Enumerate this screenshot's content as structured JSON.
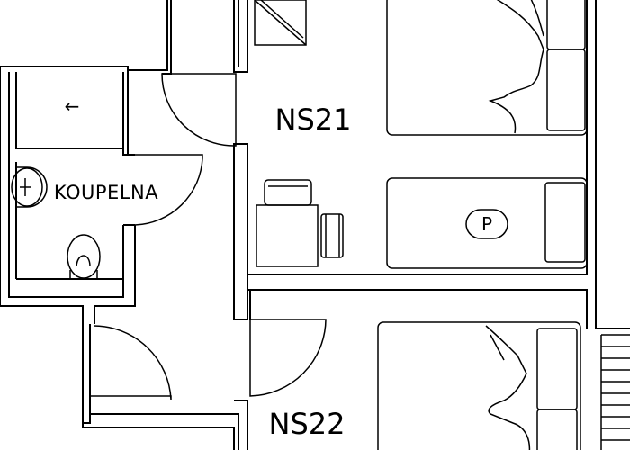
{
  "rooms": {
    "ns21": "NS21",
    "bathroom": "KOUPELNA",
    "ns22": "NS22"
  },
  "parking_marker": "P",
  "arrow_glyph": "←",
  "colors": {
    "walls": "#000000",
    "background": "#ffffff"
  }
}
